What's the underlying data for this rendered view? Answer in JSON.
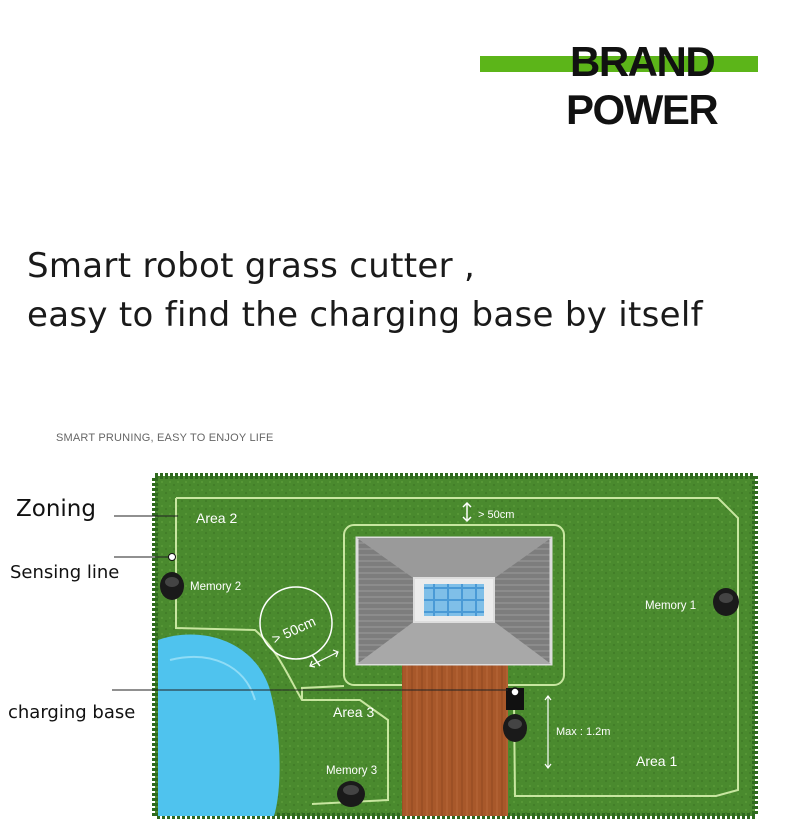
{
  "brand": {
    "line1": "BRAND",
    "line2": "POWER",
    "accent_color": "#5cb519"
  },
  "headline": {
    "line1": "Smart robot grass cutter ,",
    "line2": "easy to find the charging base by itself"
  },
  "subtitle": "SMART PRUNING, EASY TO ENJOY LIFE",
  "diagram": {
    "callouts": {
      "zoning": "Zoning",
      "sensing_line": "Sensing line",
      "charging_base": "charging base"
    },
    "areas": {
      "area1": "Area 1",
      "area2": "Area 2",
      "area3": "Area 3"
    },
    "memories": {
      "memory1": "Memory 1",
      "memory2": "Memory 2",
      "memory3": "Memory 3"
    },
    "distances": {
      "top_clearance": "> 50cm",
      "side_clearance": "> 50cm",
      "max_distance": "Max : 1.2m"
    },
    "colors": {
      "lawn": "#4a8a2e",
      "boundary_wire": "#c8e6a0",
      "pond": "#4fc3ee",
      "path": "#a8582a",
      "roof": "#8a8a8a"
    }
  }
}
